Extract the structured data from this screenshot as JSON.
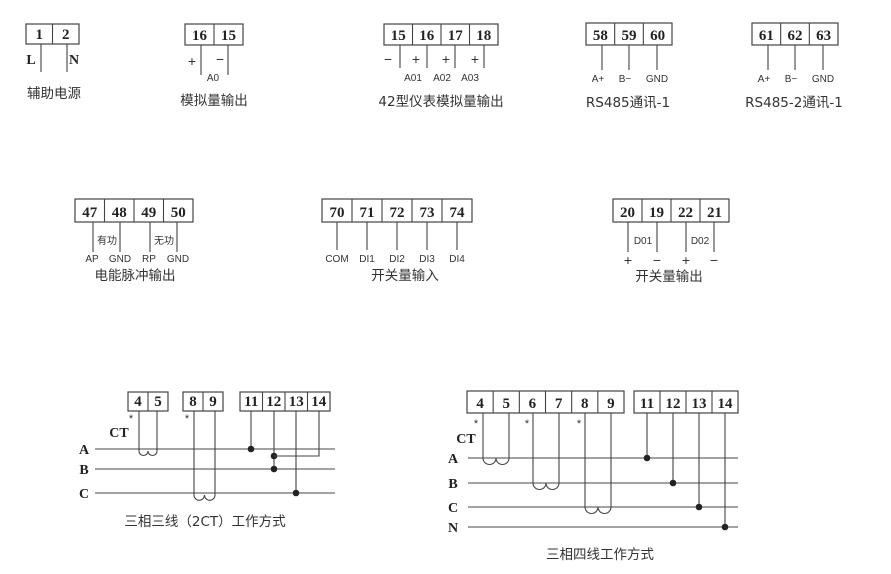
{
  "blocks": {
    "aux_power": {
      "terminals": [
        "1",
        "2"
      ],
      "labels": [
        "L",
        "N"
      ],
      "caption": "辅助电源"
    },
    "analog_output": {
      "terminals": [
        "16",
        "15"
      ],
      "signs": [
        "+",
        "−"
      ],
      "labels": [
        "A0"
      ],
      "caption": "模拟量输出"
    },
    "analog_output_42": {
      "terminals": [
        "15",
        "16",
        "17",
        "18"
      ],
      "signs": [
        "−",
        "+",
        "+",
        "+"
      ],
      "labels": [
        "A01",
        "A02",
        "A03"
      ],
      "caption": "42型仪表模拟量输出"
    },
    "rs485_1": {
      "terminals": [
        "58",
        "59",
        "60"
      ],
      "labels": [
        "A+",
        "B−",
        "GND"
      ],
      "caption": "RS485通讯-1"
    },
    "rs485_2": {
      "terminals": [
        "61",
        "62",
        "63"
      ],
      "labels": [
        "A+",
        "B−",
        "GND"
      ],
      "caption": "RS485-2通讯-1"
    },
    "pulse_output": {
      "terminals": [
        "47",
        "48",
        "49",
        "50"
      ],
      "groups": [
        "有功",
        "无功"
      ],
      "labels": [
        "AP",
        "GND",
        "RP",
        "GND"
      ],
      "caption": "电能脉冲输出"
    },
    "switch_input": {
      "terminals": [
        "70",
        "71",
        "72",
        "73",
        "74"
      ],
      "labels": [
        "COM",
        "DI1",
        "DI2",
        "DI3",
        "DI4"
      ],
      "caption": "开关量输入"
    },
    "switch_output": {
      "terminals": [
        "20",
        "19",
        "22",
        "21"
      ],
      "groups": [
        "D01",
        "D02"
      ],
      "signs": [
        "+",
        "−",
        "+",
        "−"
      ],
      "caption": "开关量输出"
    }
  },
  "wiring_3p3w": {
    "current_terminals_a": [
      "4",
      "5"
    ],
    "current_terminals_c": [
      "8",
      "9"
    ],
    "voltage_terminals": [
      "11",
      "12",
      "13",
      "14"
    ],
    "ct_label": "CT",
    "polarity_mark": "*",
    "phases": [
      "A",
      "B",
      "C"
    ],
    "caption": "三相三线（2CT）工作方式"
  },
  "wiring_3p4w": {
    "current_terminals": [
      "4",
      "5",
      "6",
      "7",
      "8",
      "9"
    ],
    "voltage_terminals": [
      "11",
      "12",
      "13",
      "14"
    ],
    "ct_label": "CT",
    "polarity_mark": "*",
    "phases": [
      "A",
      "B",
      "C",
      "N"
    ],
    "caption": "三相四线工作方式"
  }
}
